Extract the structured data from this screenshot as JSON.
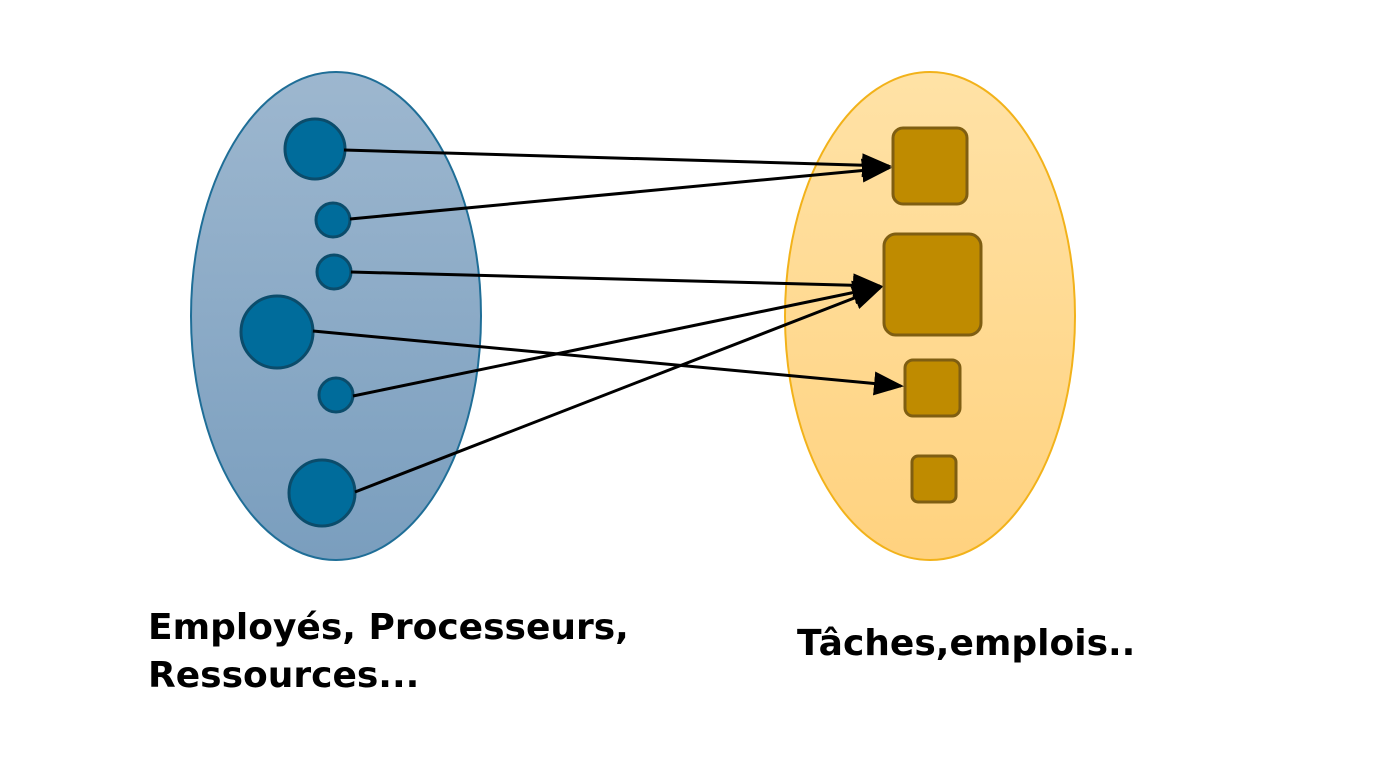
{
  "colors": {
    "left_set_fill_top": "#9DB7CF",
    "left_set_fill_bottom": "#7A9EBE",
    "left_set_stroke": "#1F6E97",
    "right_set_fill_top": "#FFE2A6",
    "right_set_fill_bottom": "#FFD27F",
    "right_set_stroke": "#F2B21A",
    "resource_fill": "#006C9B",
    "resource_stroke": "#0B4C6B",
    "task_fill": "#BF8B00",
    "task_stroke": "#7F5E12",
    "arrow": "#000000"
  },
  "left_set": {
    "label_line1": "Employés, Processeurs,",
    "label_line2": "Ressources..."
  },
  "right_set": {
    "label": "Tâches,emplois.."
  },
  "resources": [
    {
      "id": "r1",
      "size": "large"
    },
    {
      "id": "r2",
      "size": "small"
    },
    {
      "id": "r3",
      "size": "small"
    },
    {
      "id": "r4",
      "size": "large"
    },
    {
      "id": "r5",
      "size": "small"
    },
    {
      "id": "r6",
      "size": "large"
    }
  ],
  "tasks": [
    {
      "id": "t1",
      "size": "medium"
    },
    {
      "id": "t2",
      "size": "large"
    },
    {
      "id": "t3",
      "size": "small"
    },
    {
      "id": "t4",
      "size": "tiny"
    }
  ],
  "mappings": [
    {
      "from": "r1",
      "to": "t1"
    },
    {
      "from": "r2",
      "to": "t1"
    },
    {
      "from": "r3",
      "to": "t2"
    },
    {
      "from": "r4",
      "to": "t3"
    },
    {
      "from": "r5",
      "to": "t2"
    },
    {
      "from": "r6",
      "to": "t2"
    }
  ]
}
